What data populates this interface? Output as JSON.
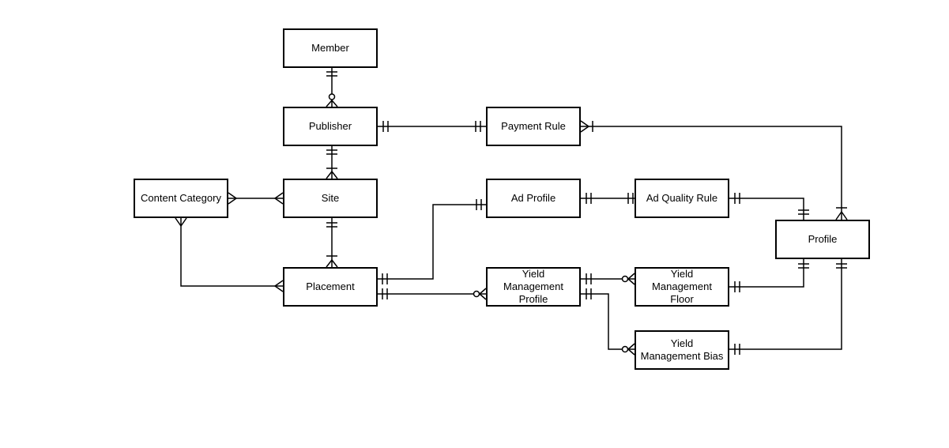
{
  "diagram": {
    "type": "entity-relationship-diagram",
    "background_color": "#ffffff",
    "line_color": "#000000",
    "box_fill_color": "#ffffff",
    "box_border_color": "#000000",
    "entities": [
      {
        "id": "member",
        "label": "Member"
      },
      {
        "id": "publisher",
        "label": "Publisher"
      },
      {
        "id": "payment-rule",
        "label": "Payment Rule"
      },
      {
        "id": "content-category",
        "label": "Content Category"
      },
      {
        "id": "site",
        "label": "Site"
      },
      {
        "id": "ad-profile",
        "label": "Ad Profile"
      },
      {
        "id": "ad-quality-rule",
        "label": "Ad Quality Rule"
      },
      {
        "id": "profile",
        "label": "Profile"
      },
      {
        "id": "placement",
        "label": "Placement"
      },
      {
        "id": "yield-management-profile",
        "label": "Yield Management Profile"
      },
      {
        "id": "yield-management-floor",
        "label": "Yield Management Floor"
      },
      {
        "id": "yield-management-bias",
        "label": "Yield Management Bias"
      }
    ],
    "notation_legend": {
      "double-tick": "one and only one",
      "tick-crows-foot": "one or many",
      "circle-crows-foot": "zero or many",
      "crows-foot": "many"
    },
    "relationships": [
      {
        "from": "Member",
        "to": "Publisher",
        "from_end": "one and only one",
        "to_end": "zero or many"
      },
      {
        "from": "Publisher",
        "to": "Payment Rule",
        "from_end": "one and only one",
        "to_end": "one and only one"
      },
      {
        "from": "Publisher",
        "to": "Site",
        "from_end": "one and only one",
        "to_end": "one or many"
      },
      {
        "from": "Content Category",
        "to": "Site",
        "from_end": "many",
        "to_end": "many"
      },
      {
        "from": "Site",
        "to": "Placement",
        "from_end": "one and only one",
        "to_end": "one or many"
      },
      {
        "from": "Content Category",
        "to": "Placement",
        "from_end": "many",
        "to_end": "many"
      },
      {
        "from": "Placement",
        "to": "Ad Profile",
        "from_end": "one and only one",
        "to_end": "one and only one"
      },
      {
        "from": "Placement",
        "to": "Yield Management Profile",
        "from_end": "one and only one",
        "to_end": "zero or many"
      },
      {
        "from": "Ad Profile",
        "to": "Ad Quality Rule",
        "from_end": "one and only one",
        "to_end": "one and only one"
      },
      {
        "from": "Ad Quality Rule",
        "to": "Profile",
        "from_end": "one and only one",
        "to_end": "one and only one"
      },
      {
        "from": "Payment Rule",
        "to": "Profile",
        "from_end": "one or many",
        "to_end": "one or many"
      },
      {
        "from": "Yield Management Profile",
        "to": "Yield Management Floor",
        "from_end": "one and only one",
        "to_end": "zero or many"
      },
      {
        "from": "Yield Management Profile",
        "to": "Yield Management Bias",
        "from_end": "one and only one",
        "to_end": "zero or many"
      },
      {
        "from": "Yield Management Floor",
        "to": "Profile",
        "from_end": "one and only one",
        "to_end": "one and only one"
      },
      {
        "from": "Yield Management Bias",
        "to": "Profile",
        "from_end": "one and only one",
        "to_end": "one and only one"
      }
    ]
  }
}
